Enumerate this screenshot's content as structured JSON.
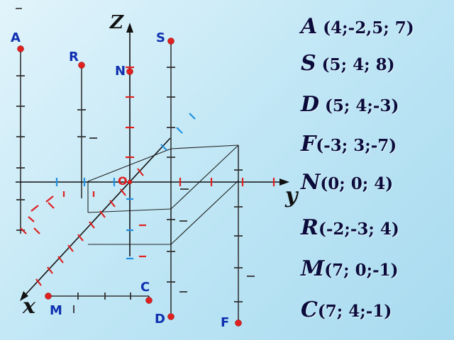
{
  "axes": {
    "z": "Z",
    "y": "y",
    "x": "x"
  },
  "origin_label": "O",
  "point_labels": [
    "A",
    "S",
    "R",
    "N",
    "C",
    "M",
    "D",
    "F"
  ],
  "coordinates": [
    {
      "letter": "A",
      "value": " (4;-2,5; 7)"
    },
    {
      "letter": "S",
      "value": " (5; 4; 8)"
    },
    {
      "letter": "D",
      "value": " (5; 4;-3)"
    },
    {
      "letter": "F",
      "value": "(-3; 3;-7)"
    },
    {
      "letter": "N",
      "value": "(0; 0; 4)"
    },
    {
      "letter": "R",
      "value": "(-2;-3; 4)"
    },
    {
      "letter": "M",
      "value": "(7; 0;-1)"
    },
    {
      "letter": "C",
      "value": "(7; 4;-1)"
    }
  ],
  "colors": {
    "point": "#e02020",
    "label": "#1030b0",
    "tick": "#e02020",
    "line": "#333333"
  }
}
